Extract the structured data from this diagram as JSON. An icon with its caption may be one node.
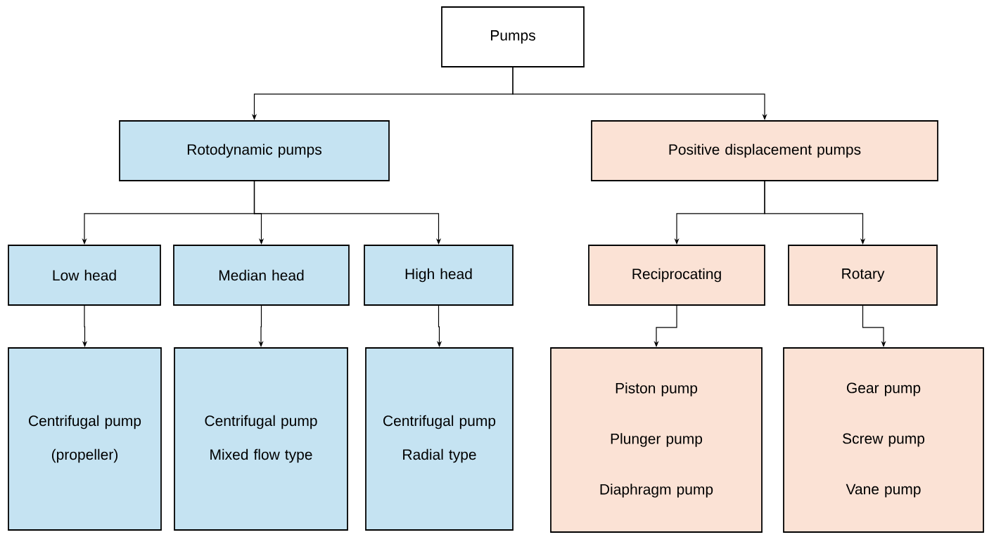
{
  "diagram": {
    "nodes": [
      {
        "text": [
          "Pumps"
        ]
      },
      {
        "text": [
          "Rotodynamic pumps"
        ]
      },
      {
        "text": [
          "Positive displacement pumps"
        ]
      },
      {
        "text": [
          "Low head"
        ]
      },
      {
        "text": [
          "Median head"
        ]
      },
      {
        "text": [
          "High head"
        ]
      },
      {
        "text": [
          "Reciprocating"
        ]
      },
      {
        "text": [
          "Rotary"
        ]
      },
      {
        "text": [
          "Centrifugal pump",
          "(propeller)"
        ]
      },
      {
        "text": [
          "Centrifugal pump",
          "Mixed flow type"
        ]
      },
      {
        "text": [
          "Centrifugal pump",
          "Radial type"
        ]
      },
      {
        "text": [
          "Piston pump",
          "Plunger pump",
          "Diaphragm pump"
        ]
      },
      {
        "text": [
          "Gear pump",
          "Screw pump",
          "Vane pump"
        ]
      }
    ],
    "edges": [
      {
        "from": 0,
        "to": 1,
        "arrow": "to"
      },
      {
        "from": 0,
        "to": 2,
        "arrow": "to"
      },
      {
        "from": 1,
        "to": 3,
        "arrow": "to"
      },
      {
        "from": 1,
        "to": 4,
        "arrow": "to"
      },
      {
        "from": 1,
        "to": 5,
        "arrow": "to"
      },
      {
        "from": 2,
        "to": 6,
        "arrow": "to"
      },
      {
        "from": 2,
        "to": 7,
        "arrow": "to"
      },
      {
        "from": 3,
        "to": 8,
        "arrow": "to"
      },
      {
        "from": 4,
        "to": 9,
        "arrow": "to"
      },
      {
        "from": 5,
        "to": 10,
        "arrow": "to"
      },
      {
        "from": 6,
        "to": 11,
        "arrow": "to"
      },
      {
        "from": 7,
        "to": 12,
        "arrow": "to"
      }
    ]
  }
}
